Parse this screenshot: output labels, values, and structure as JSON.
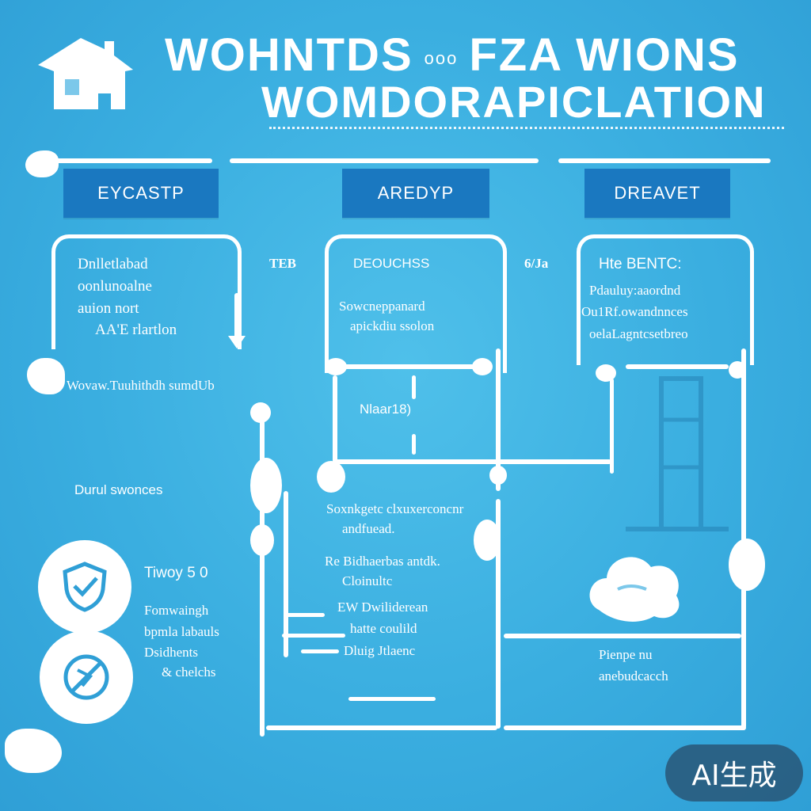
{
  "title": {
    "line1_a": "WOHNTDS",
    "line1_small": "ooo",
    "line1_b": "FZA WIONS",
    "line2": "WOMDORAPICLATION"
  },
  "columns": [
    {
      "header": "EYCASTP",
      "panel_text": [
        "Dnlletlabad",
        "oonlunoalne",
        "auion nort",
        "AA'E rlartlon"
      ],
      "mid_text": "Wovaw.Tuuhithdh sumdUb",
      "lower_text": "Durul swonces"
    },
    {
      "header": "AREDYP",
      "panel_title": "DEOUCHSS",
      "panel_text": [
        "Sowcneppanard",
        "apickdiu ssolon"
      ],
      "mid_label": "Nlaar18)",
      "lower_text": [
        "Soxnkgetc clxuxerconcnr",
        "andfuead."
      ],
      "lower_text_2": [
        "Re Bidhaerbas antdk.",
        "Cloinultc"
      ],
      "lower_text_3": [
        "EW Dwiliderean",
        "hatte coulild",
        "Dluig Jtlaenc"
      ]
    },
    {
      "header": "DREAVET",
      "panel_title": "Hte BENTC:",
      "panel_text": [
        "Pdauluy:aaordnd",
        "Ou1Rf.owandnnces",
        "oelaLagntcsetbreo"
      ],
      "lower_text": [
        "Pienpe nu",
        "anebudcacch"
      ]
    }
  ],
  "left_notes": {
    "note1": "Tiwoy 5 0",
    "note2": [
      "Fomwaingh",
      "bpmla labauls",
      "Dsidhents",
      "& chelchs"
    ]
  },
  "connector_glyphs": [
    "TEB",
    "6/Ja"
  ],
  "watermark": "AI生成",
  "icons": [
    "house-icon",
    "shield-check-icon",
    "no-entry-icon",
    "cloud-icon"
  ],
  "colors": {
    "background": "#3aaee0",
    "header_fill": "#1a78c0",
    "line": "#ffffff"
  }
}
